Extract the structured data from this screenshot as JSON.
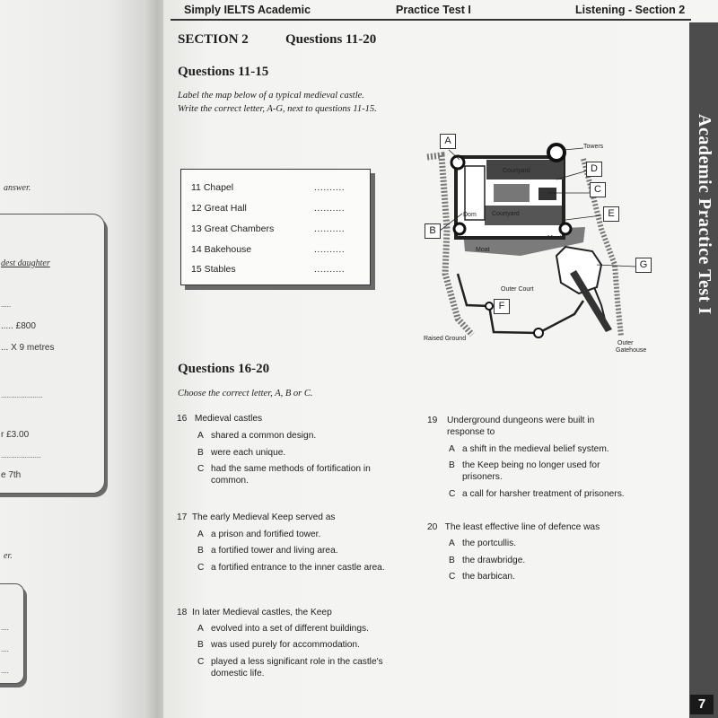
{
  "header": {
    "book_title": "Simply IELTS Academic",
    "test_label": "Practice Test I",
    "section_label": "Listening - Section 2"
  },
  "side_tab": {
    "title": "Academic Practice Test I",
    "page_number": "7"
  },
  "section": {
    "number": "SECTION 2",
    "questions": "Questions 11-20"
  },
  "part1": {
    "heading": "Questions 11-15",
    "instructions": [
      "Label the map below of a typical medieval castle.",
      "Write the correct letter, A-G, next to questions 11-15."
    ],
    "items": [
      {
        "num": "11",
        "label": "Chapel",
        "blank": ".........."
      },
      {
        "num": "12",
        "label": "Great Hall",
        "blank": ".........."
      },
      {
        "num": "13",
        "label": "Great Chambers",
        "blank": ".........."
      },
      {
        "num": "14",
        "label": "Bakehouse",
        "blank": ".........."
      },
      {
        "num": "15",
        "label": "Stables",
        "blank": ".........."
      }
    ]
  },
  "map": {
    "letters": [
      "A",
      "B",
      "C",
      "D",
      "E",
      "F",
      "G"
    ],
    "labels": {
      "towers": "Towers",
      "courtyard_top": "Courtyard",
      "courtyard_mid": "Courtyard",
      "keep": "Dom",
      "moat_left": "Moat",
      "moat_right": "Moat",
      "outer_court": "Outer Court",
      "raised_ground": "Raised Ground",
      "outer_gatehouse_1": "Outer",
      "outer_gatehouse_2": "Gatehouse"
    }
  },
  "part2": {
    "heading": "Questions 16-20",
    "instruction": "Choose the correct letter, A, B or C.",
    "questions": [
      {
        "num": "16",
        "stem": "Medieval castles",
        "options": [
          {
            "letter": "A",
            "text": "shared a common design."
          },
          {
            "letter": "B",
            "text": "were each unique."
          },
          {
            "letter": "C",
            "text": "had the same methods of fortification in common."
          }
        ]
      },
      {
        "num": "17",
        "stem": "The early Medieval Keep served as",
        "options": [
          {
            "letter": "A",
            "text": "a prison and fortified tower."
          },
          {
            "letter": "B",
            "text": "a fortified tower and living area."
          },
          {
            "letter": "C",
            "text": "a fortified entrance to the inner castle area."
          }
        ]
      },
      {
        "num": "18",
        "stem": "In later Medieval castles, the Keep",
        "options": [
          {
            "letter": "A",
            "text": "evolved into a set of different buildings."
          },
          {
            "letter": "B",
            "text": "was used purely for accommodation."
          },
          {
            "letter": "C",
            "text": "played a less significant role in the castle's domestic life."
          }
        ]
      },
      {
        "num": "19",
        "stem": "Underground dungeons were built in response to",
        "options": [
          {
            "letter": "A",
            "text": "a shift in the medieval belief system."
          },
          {
            "letter": "B",
            "text": "the Keep being no longer used for prisoners."
          },
          {
            "letter": "C",
            "text": "a call for harsher treatment of prisoners."
          }
        ]
      },
      {
        "num": "20",
        "stem": "The least effective line of defence was",
        "options": [
          {
            "letter": "A",
            "text": "the portcullis."
          },
          {
            "letter": "B",
            "text": "the drawbridge."
          },
          {
            "letter": "C",
            "text": "the barbican."
          }
        ]
      }
    ]
  },
  "left_page": {
    "texts": [
      "answer.",
      "dest daughter",
      "..... £800",
      "... X 9 metres",
      "r £3.00",
      "e 7th",
      "er."
    ]
  }
}
